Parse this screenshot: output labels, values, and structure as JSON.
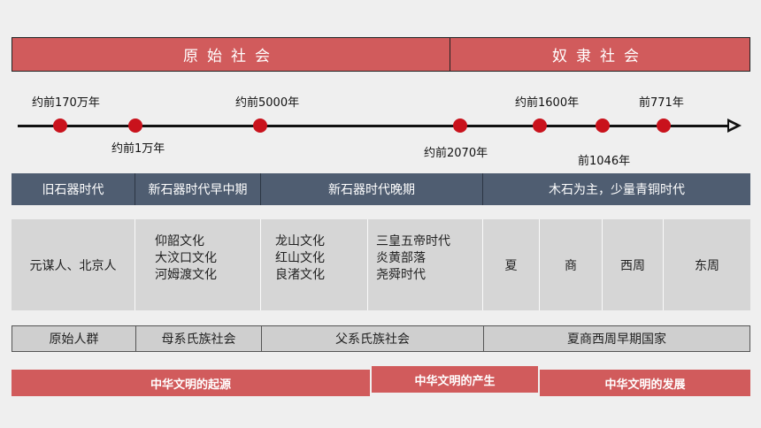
{
  "eras": [
    "原始社会",
    "奴隶社会"
  ],
  "timeline": {
    "labels": [
      "约前170万年",
      "约前1万年",
      "约前5000年",
      "约前2070年",
      "约前1600年",
      "前1046年",
      "前771年"
    ]
  },
  "periods": [
    "旧石器时代",
    "新石器时代早中期",
    "新石器时代晚期",
    "木石为主，少量青铜时代"
  ],
  "cultures": {
    "c1": "元谋人、北京人",
    "c2": [
      "仰韶文化",
      "大汶口文化",
      "河姆渡文化"
    ],
    "c3": [
      "龙山文化",
      "红山文化",
      "良渚文化"
    ],
    "c4": [
      "三皇五帝时代",
      "炎黄部落",
      "尧舜时代"
    ],
    "dynasties": [
      "夏",
      "商",
      "西周",
      "东周"
    ]
  },
  "society": [
    "原始人群",
    "母系氏族社会",
    "父系氏族社会",
    "夏商西周早期国家"
  ],
  "civilization": [
    "中华文明的起源",
    "中华文明的产生",
    "中华文明的发展"
  ],
  "colors": {
    "red_bar": "#d15b5c",
    "dot": "#c9121c",
    "slate": "#4f5d71",
    "cell": "#d6d6d6"
  }
}
